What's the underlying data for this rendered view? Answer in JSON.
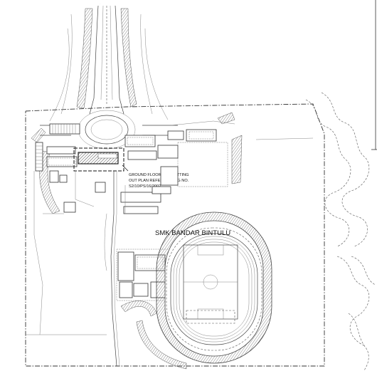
{
  "site": {
    "school_name": "SMK BANDAR BINTULU",
    "annotation_lines": [
      "GROUND FLOOR AND SETTING",
      "OUT PLAN REFER TO DWG NO.",
      "S2/10/PS/16/2002"
    ]
  },
  "colors": {
    "line": "#444444",
    "background": "#ffffff",
    "hatch": "#555555"
  }
}
